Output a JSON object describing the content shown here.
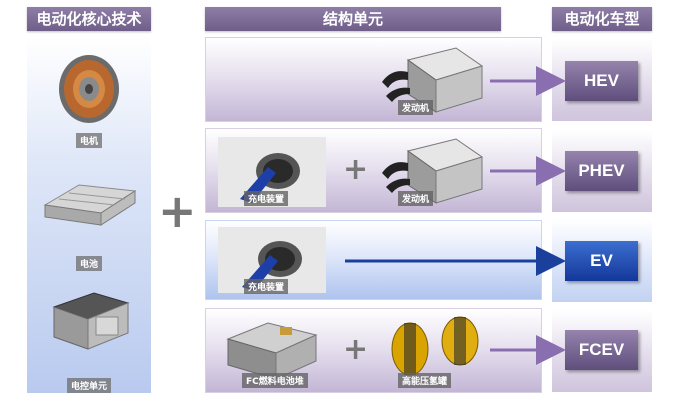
{
  "headers": {
    "core_tech": "电动化核心技术",
    "structural_units": "结构单元",
    "vehicle_types": "电动化车型"
  },
  "core_components": {
    "motor": "电机",
    "battery": "电池",
    "controller": "电控单元"
  },
  "plus_symbol": "+",
  "rows": [
    {
      "units": [
        "发动机"
      ],
      "vehicle_type": "HEV"
    },
    {
      "units": [
        "充电装置",
        "发动机"
      ],
      "vehicle_type": "PHEV"
    },
    {
      "units": [
        "充电装置"
      ],
      "vehicle_type": "EV"
    },
    {
      "units": [
        "FC燃料电池堆",
        "高能压氢罐"
      ],
      "vehicle_type": "FCEV"
    }
  ],
  "colors": {
    "header_purple": "#7a6a93",
    "type_purple": "#6f5e89",
    "ev_blue": "#1d45a8",
    "arrow_purple": "#8a6fb0",
    "arrow_blue": "#1a3f9c",
    "plus_gray": "#777777"
  }
}
